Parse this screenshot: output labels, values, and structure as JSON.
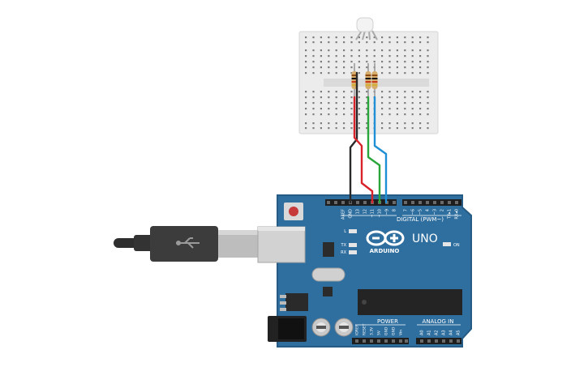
{
  "board": {
    "logo_text": "ARDUINO",
    "model_text": "UNO",
    "digital_label": "DIGITAL (PWM~)",
    "power_label": "POWER",
    "analog_label": "ANALOG IN",
    "led_labels": {
      "l": "L",
      "tx": "TX",
      "rx": "RX",
      "on": "ON"
    },
    "digital_pins": [
      "AREF",
      "GND",
      "13",
      "12",
      "~11",
      "~10",
      "~9",
      "8",
      "7",
      "~6",
      "~5",
      "4",
      "~3",
      "2",
      "TX▸1",
      "RX◂0"
    ],
    "power_pins": [
      "IOREF",
      "RESET",
      "3.3V",
      "5V",
      "GND",
      "GND",
      "Vin"
    ],
    "analog_pins": [
      "A0",
      "A1",
      "A2",
      "A3",
      "A4",
      "A5"
    ]
  },
  "colors": {
    "board_blue": "#2f6f9f",
    "board_edge": "#255b84",
    "wire_red": "#d8232a",
    "wire_black": "#2a2a2a",
    "wire_green": "#2aa53a",
    "wire_blue": "#1f8fd6",
    "breadboard": "#ececec"
  }
}
